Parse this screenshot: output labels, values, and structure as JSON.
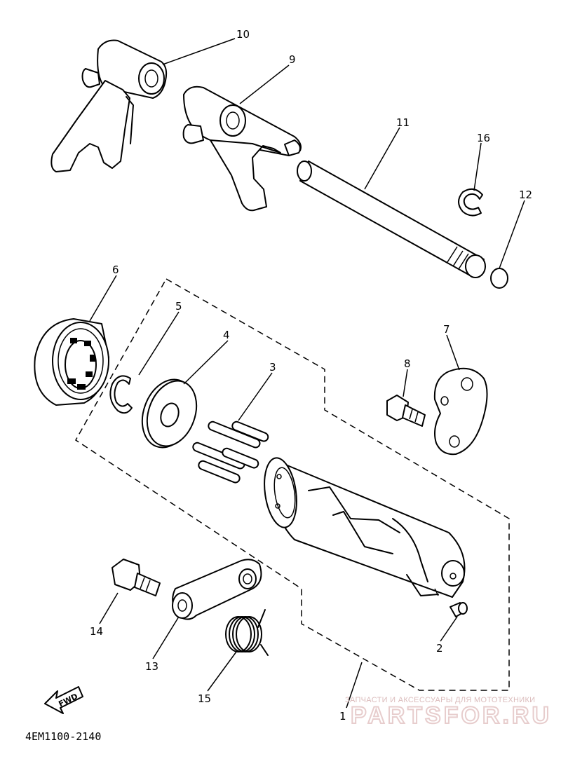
{
  "diagram_code": "4EM1100-2140",
  "direction_label": "FWD",
  "part_numbers": {
    "p1": "1",
    "p2": "2",
    "p3": "3",
    "p4": "4",
    "p5": "5",
    "p6": "6",
    "p7": "7",
    "p8": "8",
    "p9": "9",
    "p10": "10",
    "p11": "11",
    "p12": "12",
    "p13": "13",
    "p14": "14",
    "p15": "15",
    "p16": "16"
  },
  "watermark": {
    "tagline": "ЗАПЧАСТИ И АКСЕССУАРЫ ДЛЯ МОТОТЕХНИКИ",
    "brand": "PARTSFOR.RU"
  }
}
